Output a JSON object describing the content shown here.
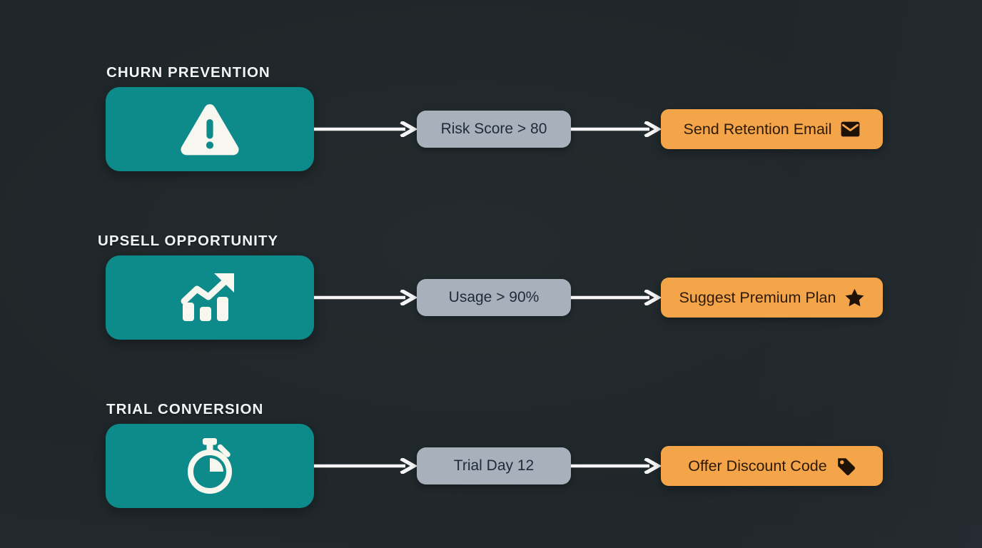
{
  "theme": {
    "background": "#1f272a",
    "source_card_color": "#0d8a8a",
    "condition_pill_color": "#a8b0bc",
    "condition_text_color": "#1f2a38",
    "action_button_color": "#f4a549",
    "action_text_color": "#2d1a08",
    "connector_color": "#f5f5f5",
    "label_color": "#f2f4f5"
  },
  "flows": [
    {
      "label": "CHURN PREVENTION",
      "trigger_icon": "warning-triangle-icon",
      "connector_1_icon": "arrow-right-icon",
      "condition": "Risk Score > 80",
      "connector_2_icon": "arrow-right-icon",
      "action": "Send Retention Email",
      "action_icon": "envelope-icon"
    },
    {
      "label": "UPSELL OPPORTUNITY",
      "trigger_icon": "chart-trending-up-icon",
      "connector_1_icon": "arrow-right-icon",
      "condition": "Usage > 90%",
      "connector_2_icon": "arrow-right-icon",
      "action": "Suggest Premium Plan",
      "action_icon": "star-icon"
    },
    {
      "label": "TRIAL CONVERSION",
      "trigger_icon": "stopwatch-icon",
      "connector_1_icon": "arrow-right-icon",
      "condition": "Trial Day 12",
      "connector_2_icon": "arrow-right-icon",
      "action": "Offer Discount Code",
      "action_icon": "tag-icon"
    }
  ]
}
